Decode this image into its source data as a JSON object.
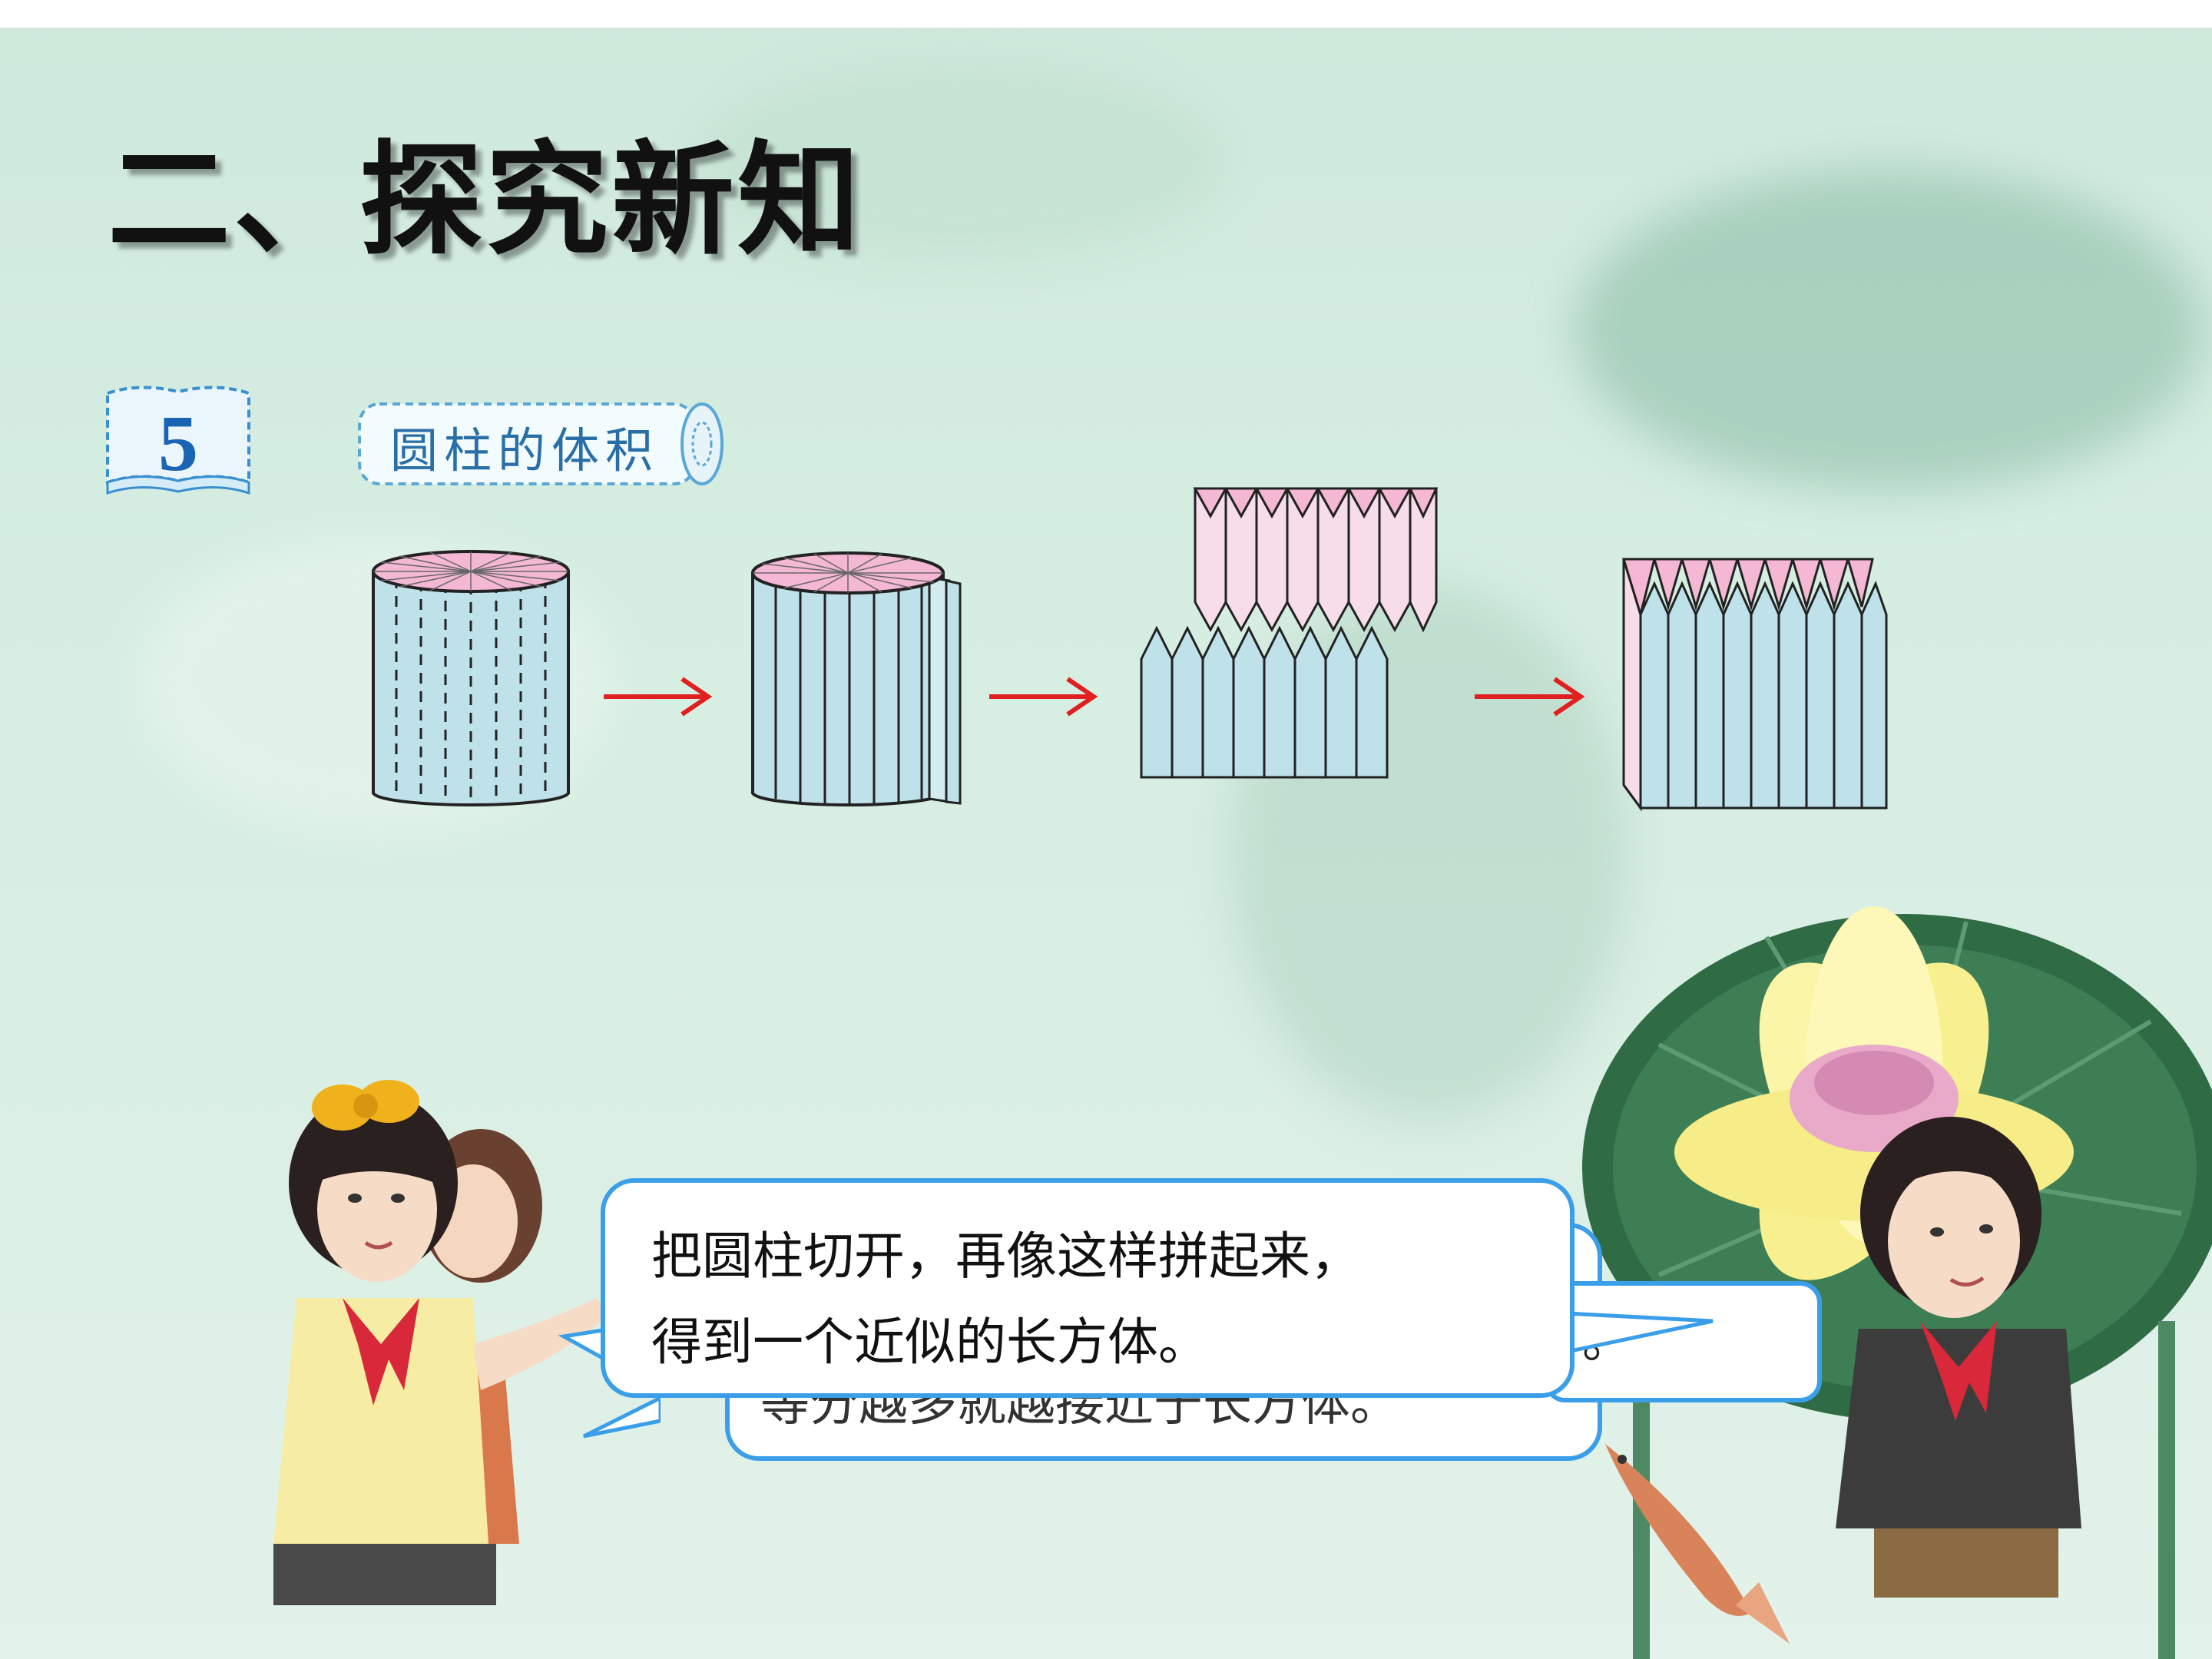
{
  "slide": {
    "title": "二、探究新知",
    "example_number": "5",
    "topic_label": "圆柱的体积"
  },
  "speech": {
    "girl": {
      "line1": "把圆柱切开，再像这样拼起来，",
      "line2": "得到一个近似的长方体。"
    },
    "boy": {
      "visible_tail": "。",
      "visible_bottom": "等分越多就越接近于长方体。"
    }
  },
  "diagram": {
    "steps": [
      "cylinder-with-cut-lines",
      "cylinder-cut-into-sectors",
      "two-halves-interlocking",
      "approximate-cuboid"
    ],
    "colors": {
      "side": "#bfe1ea",
      "top": "#f4b8d4",
      "arrow": "#e02020",
      "pink_face": "#f7dcea"
    }
  }
}
